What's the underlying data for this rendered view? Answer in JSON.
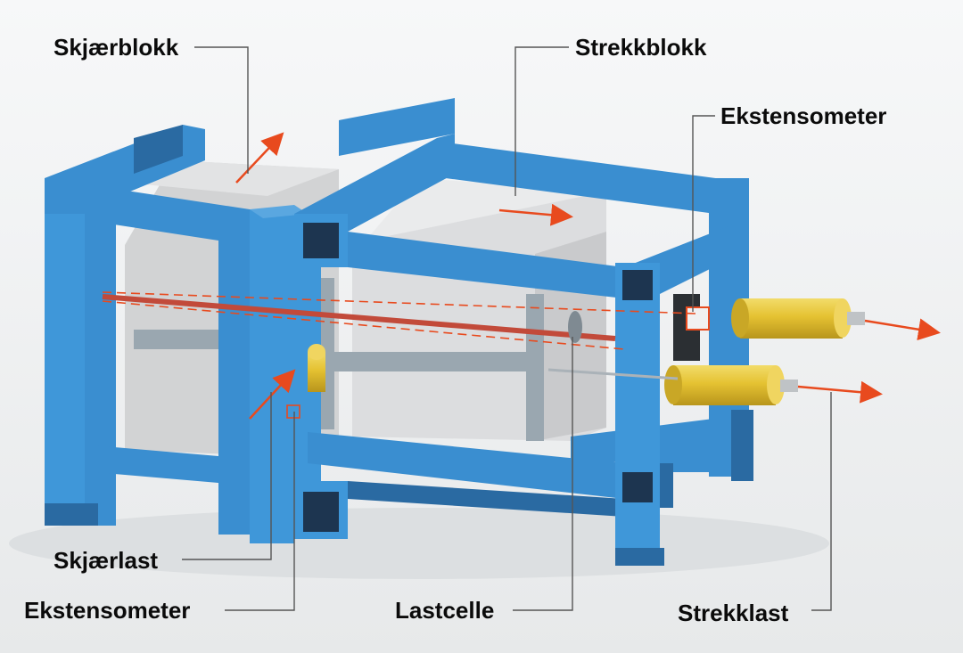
{
  "labels": {
    "skjaerblokk": "Skjærblokk",
    "strekkblokk": "Strekkblokk",
    "ekstensometer_top": "Ekstensometer",
    "skjaerlast": "Skjærlast",
    "ekstensometer_bottom": "Ekstensometer",
    "lastcelle": "Lastcelle",
    "strekklast": "Strekklast"
  },
  "colors": {
    "frame": "#3a8ed0",
    "frame_dark": "#2a6aa2",
    "block": "#d9dadb",
    "cylinder": "#e8c83a",
    "arrow": "#e84a1e",
    "leader": "#555555"
  }
}
